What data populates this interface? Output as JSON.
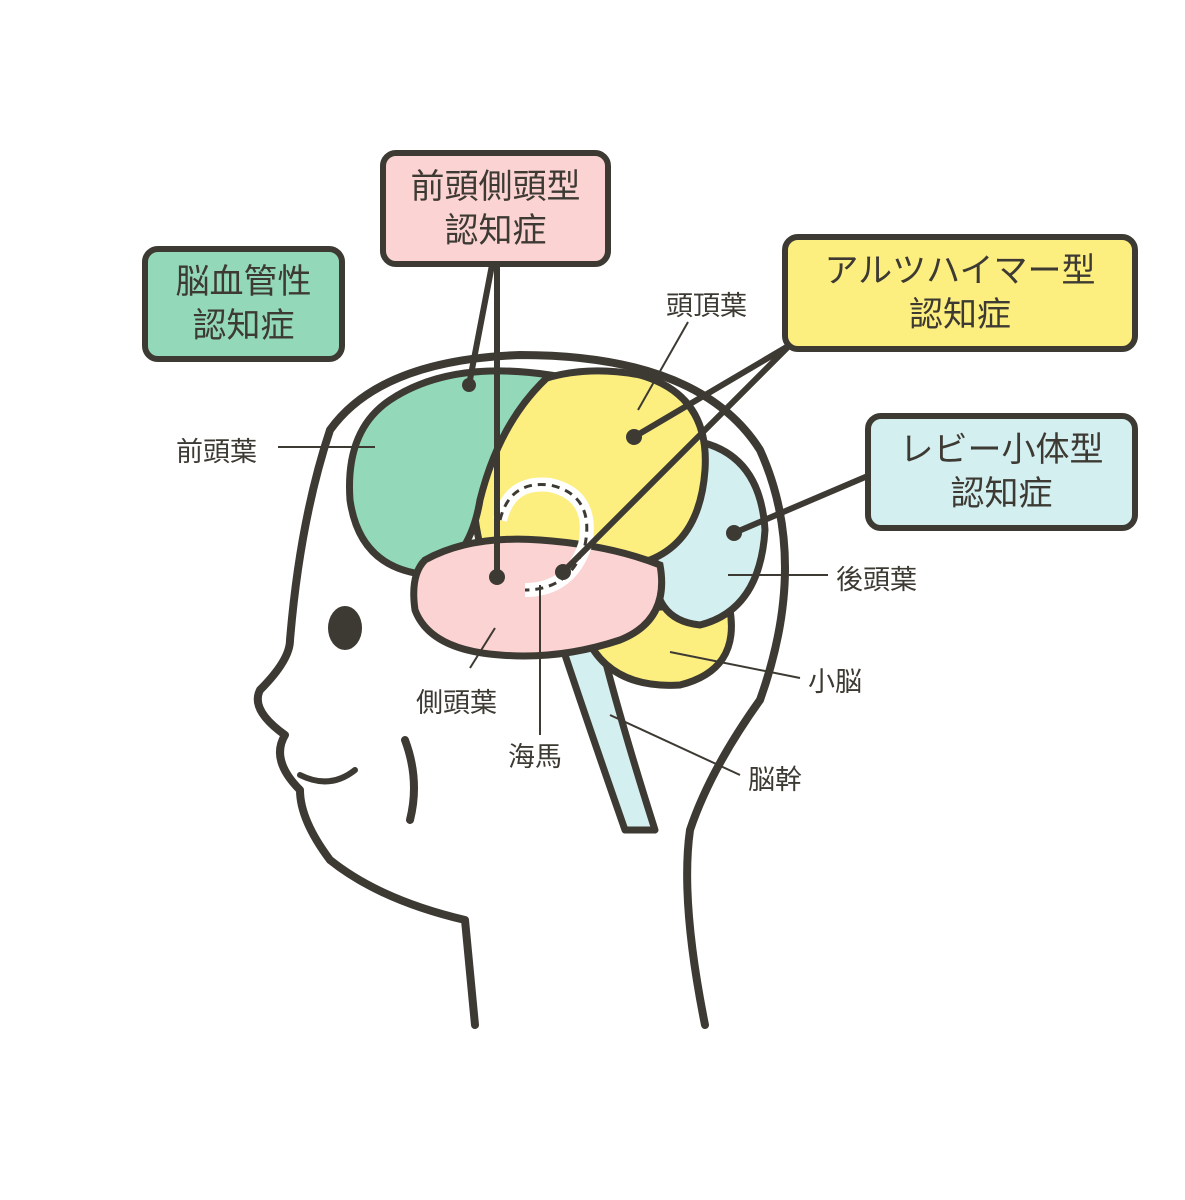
{
  "colors": {
    "outline": "#3d3a33",
    "frontal": "#93d8b8",
    "parietal": "#fdee80",
    "temporal": "#fcd3d3",
    "occipital": "#d3eff0",
    "cerebellum": "#fdee80",
    "brainstem": "#d3eff0"
  },
  "dementia_types": {
    "vascular": {
      "line1": "脳血管性",
      "line2": "認知症",
      "color": "#93d8b8"
    },
    "frontotemporal": {
      "line1": "前頭側頭型",
      "line2": "認知症",
      "color": "#fcd3d3"
    },
    "alzheimer": {
      "line1": "アルツハイマー型",
      "line2": "認知症",
      "color": "#fdee80"
    },
    "lewy": {
      "line1": "レビー小体型",
      "line2": "認知症",
      "color": "#d3eff0"
    }
  },
  "regions": {
    "frontal_lobe": "前頭葉",
    "parietal_lobe": "頭頂葉",
    "temporal_lobe": "側頭葉",
    "hippocampus": "海馬",
    "occipital_lobe": "後頭葉",
    "cerebellum": "小脳",
    "brainstem": "脳幹"
  }
}
